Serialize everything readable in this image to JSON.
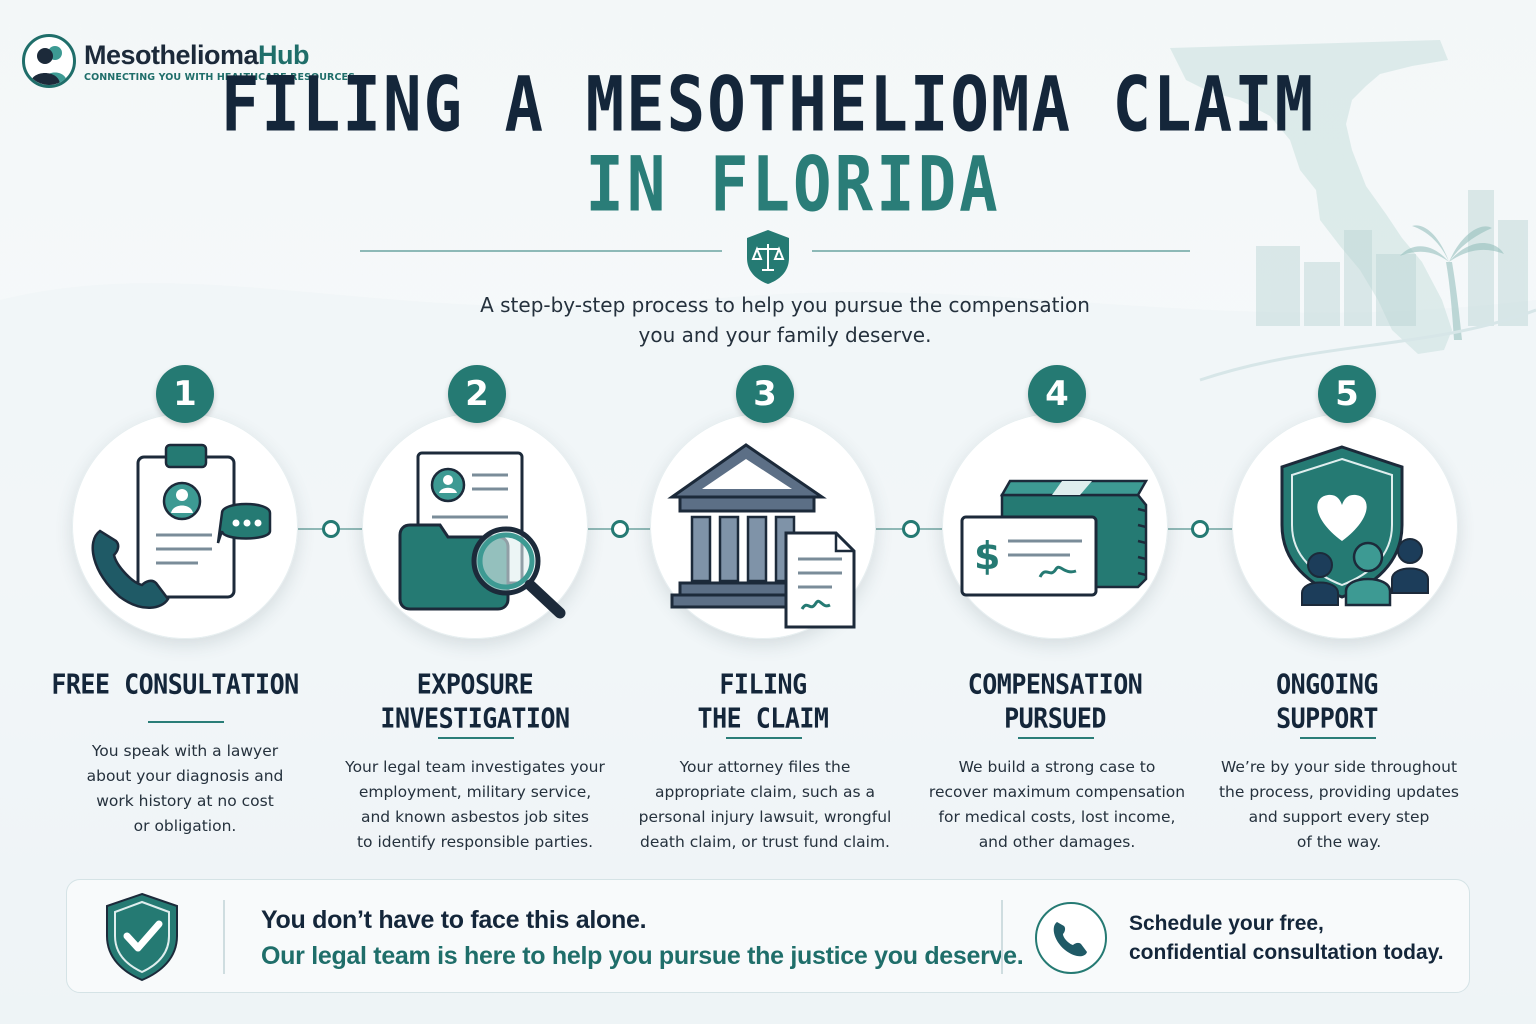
{
  "brand": {
    "name_main": "Mesothelioma",
    "name_accent": "Hub",
    "tagline": "CONNECTING YOU WITH HEALTHCARE RESOURCES"
  },
  "header": {
    "title_line1": "FILING A MESOTHELIOMA CLAIM",
    "title_line2": "IN FLORIDA",
    "subtitle_line1": "A step-by-step process to help you pursue the compensation",
    "subtitle_line2": "you and your family deserve."
  },
  "steps": [
    {
      "number": "1",
      "icon": "clipboard-phone-chat-icon",
      "title_line1": "FREE CONSULTATION",
      "title_line2": "",
      "desc": [
        "You speak with a lawyer",
        "about your diagnosis and",
        "work history at no cost",
        "or obligation."
      ]
    },
    {
      "number": "2",
      "icon": "folder-magnifier-icon",
      "title_line1": "EXPOSURE",
      "title_line2": "INVESTIGATION",
      "desc": [
        "Your legal team investigates your",
        "employment, military service,",
        "and known asbestos job sites",
        "to identify responsible parties."
      ]
    },
    {
      "number": "3",
      "icon": "courthouse-document-icon",
      "title_line1": "FILING",
      "title_line2": "THE CLAIM",
      "desc": [
        "Your attorney files the",
        "appropriate claim, such as a",
        "personal injury lawsuit, wrongful",
        "death claim, or trust fund claim."
      ]
    },
    {
      "number": "4",
      "icon": "cash-check-icon",
      "title_line1": "COMPENSATION",
      "title_line2": "PURSUED",
      "desc": [
        "We build a strong case to",
        "recover maximum compensation",
        "for medical costs, lost income,",
        "and other damages."
      ]
    },
    {
      "number": "5",
      "icon": "heart-shield-people-icon",
      "title_line1": "ONGOING",
      "title_line2": "SUPPORT",
      "desc": [
        "We’re by your side throughout",
        "the process, providing updates",
        "and support every step",
        "of the way."
      ]
    }
  ],
  "banner": {
    "line1": "You don’t have to face this alone.",
    "line2": "Our legal team is here to help you pursue the justice you deserve.",
    "cta_line1": "Schedule your free,",
    "cta_line2": "confidential consultation today."
  },
  "colors": {
    "navy": "#14263a",
    "teal": "#257a73",
    "teal_light": "#8fb8b6",
    "background": "#f3f7f8"
  }
}
